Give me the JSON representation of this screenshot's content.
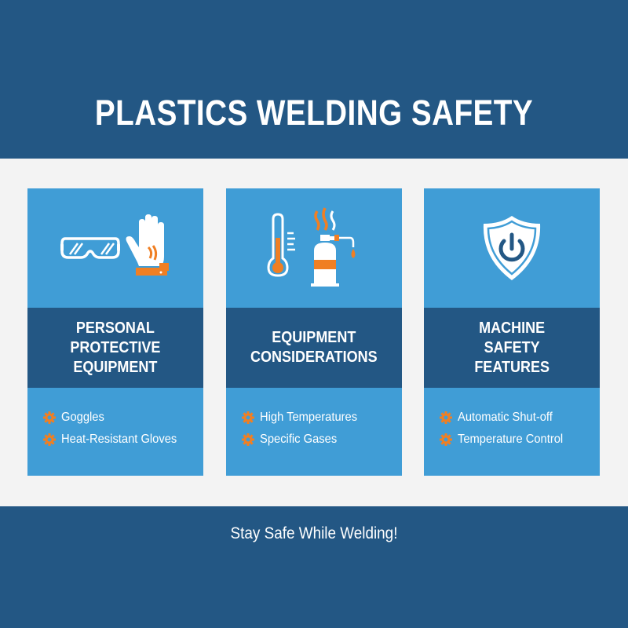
{
  "header": {
    "title": "PLASTICS WELDING SAFETY"
  },
  "colors": {
    "dark_blue": "#235784",
    "card_blue": "#409dd6",
    "accent_orange": "#f07f23",
    "background": "#f3f3f3"
  },
  "cards": [
    {
      "icon": "goggles-and-glove-icon",
      "title": "PERSONAL\nPROTECTIVE\nEQUIPMENT",
      "items": [
        "Goggles",
        "Heat-Resistant Gloves"
      ]
    },
    {
      "icon": "thermometer-and-gas-cylinder-icon",
      "title": "EQUIPMENT\nCONSIDERATIONS",
      "items": [
        "High Temperatures",
        "Specific Gases"
      ]
    },
    {
      "icon": "shield-power-icon",
      "title": "MACHINE\nSAFETY\nFEATURES",
      "items": [
        "Automatic Shut-off",
        "Temperature Control"
      ]
    }
  ],
  "footer": {
    "tagline": "Stay Safe While Welding!"
  }
}
